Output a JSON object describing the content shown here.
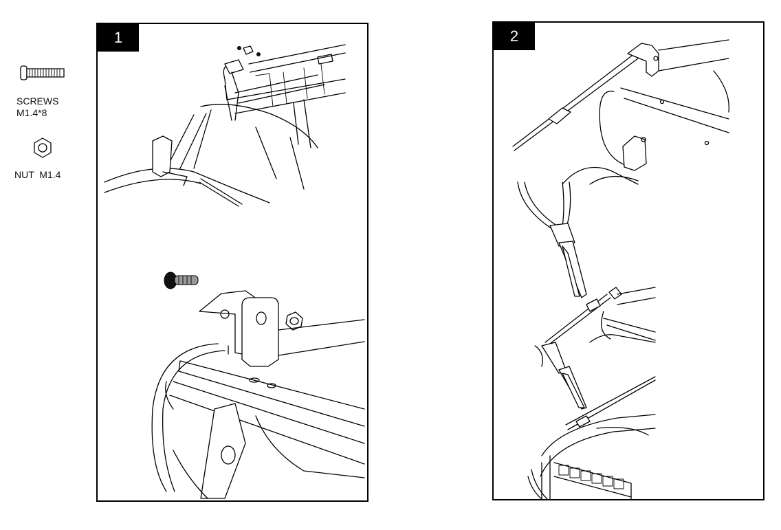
{
  "parts": {
    "screws_label": "SCREWS\nM1.4*8",
    "nut_label": "NUT  M1.4",
    "screw_icon": "screw-icon",
    "nut_icon": "hex-nut-icon"
  },
  "steps": [
    {
      "number": "1"
    },
    {
      "number": "2"
    }
  ]
}
